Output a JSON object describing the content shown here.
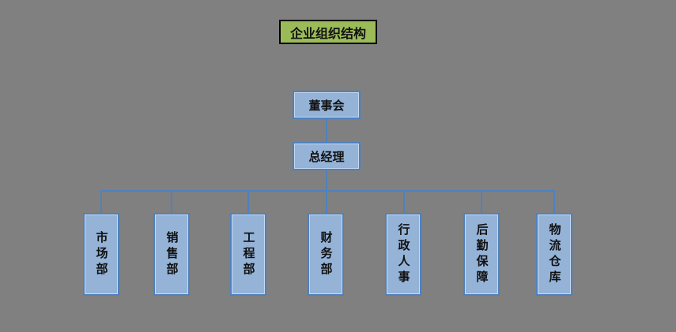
{
  "title": "企业组织结构",
  "colors": {
    "background": "#808080",
    "title_fill": "#9bbb59",
    "node_fill": "#95b3d7",
    "node_border": "#4f81bd"
  },
  "nodes": {
    "board": "董事会",
    "general_manager": "总经理",
    "departments": [
      "市场部",
      "销售部",
      "工程部",
      "财务部",
      "行政人事",
      "后勤保障",
      "物流仓库"
    ]
  }
}
